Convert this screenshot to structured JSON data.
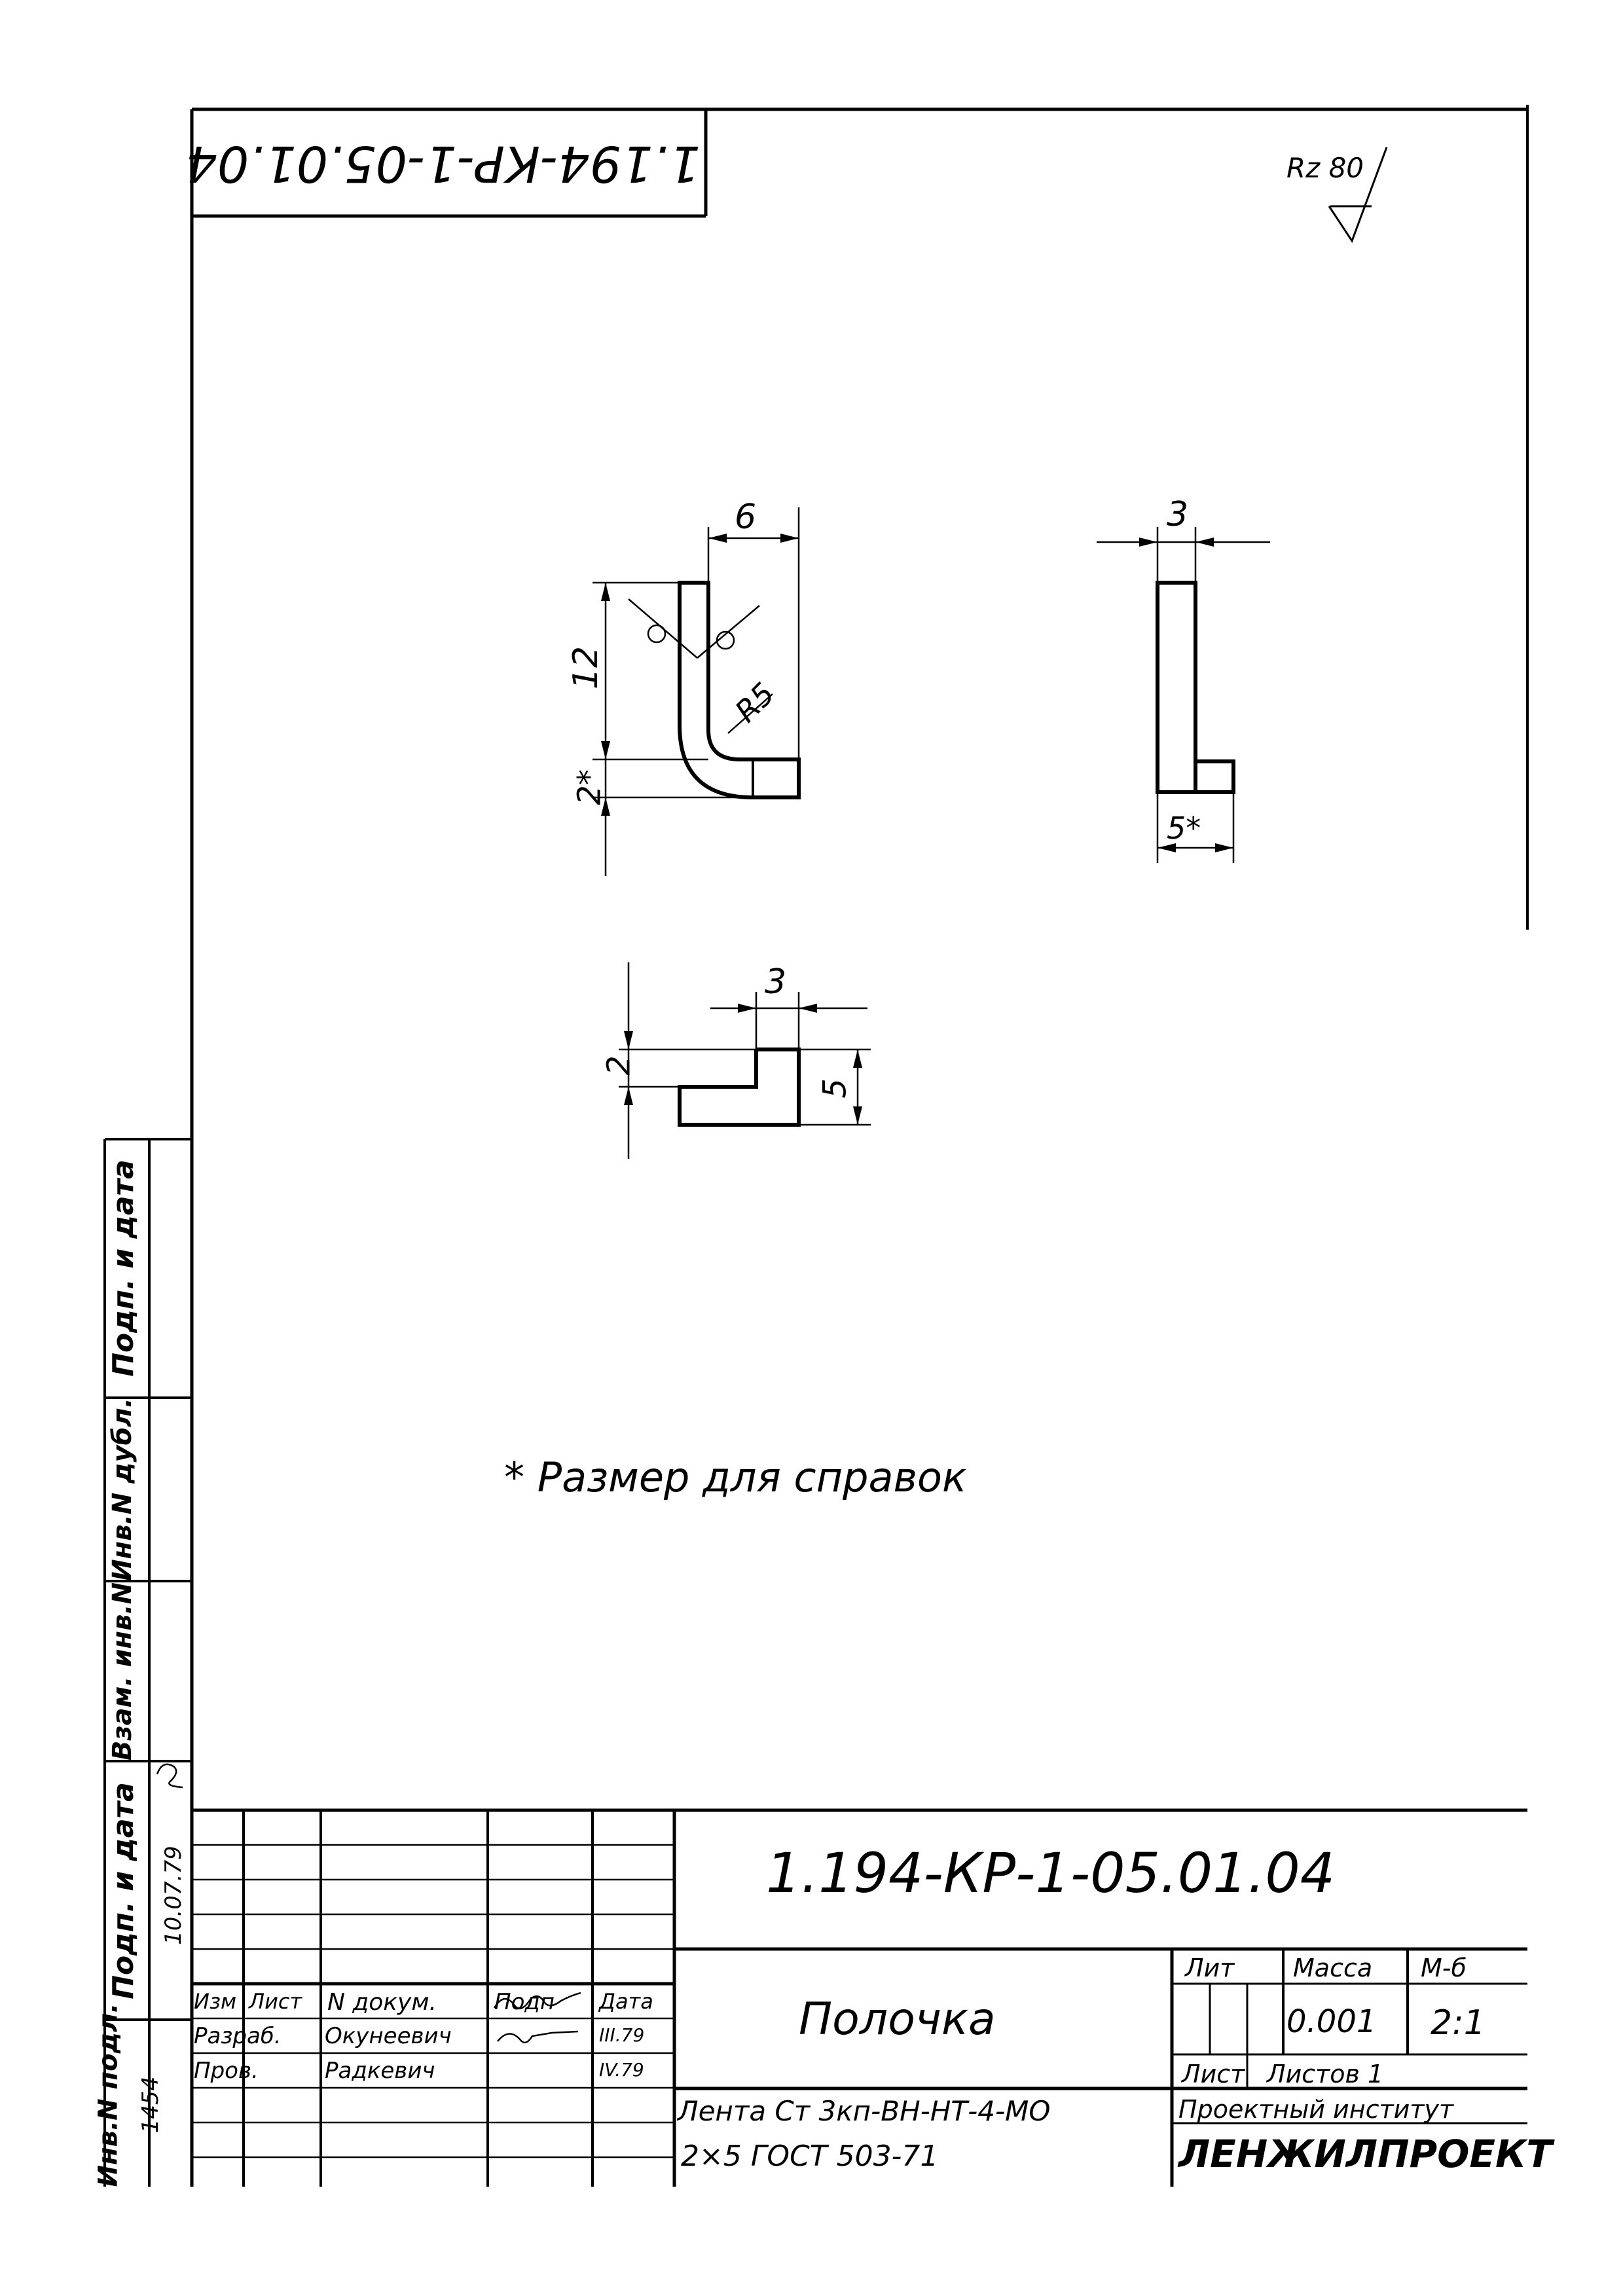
{
  "doc_code_top": "1.194-КР-1-05.01.04",
  "roughness": "Rz 80",
  "dimensions": {
    "d6": "6",
    "d12": "12",
    "r5": "R5",
    "d2star": "2*",
    "d3_side": "3",
    "d5star": "5*",
    "d3_plan": "3",
    "d2_plan": "2",
    "d5_plan": "5"
  },
  "note": "* Размер для справок",
  "left_stamp": [
    "Подп. и дата",
    "Инв.N дубл.",
    "Взам. инв.N",
    "Подп. и дата",
    "Инв.N подл."
  ],
  "left_stamp_values": {
    "sign_date": "10.07.79",
    "inv_no": "1454"
  },
  "title_block": {
    "code": "1.194-КР-1-05.01.04",
    "headers": [
      "Изм",
      "Лист",
      "N докум.",
      "Подп",
      "Дата"
    ],
    "rows": [
      {
        "role": "Разраб.",
        "name": "Окунеевич",
        "sign": "",
        "date": "III.79"
      },
      {
        "role": "Пров.",
        "name": "Радкевич",
        "sign": "",
        "date": "IV.79"
      }
    ],
    "part_name": "Полочка",
    "lit_label": "Лит",
    "mass_label": "Масса",
    "scale_label": "М-б",
    "mass_value": "0.001",
    "scale_value": "2:1",
    "sheet_label": "Лист",
    "sheets_label": "Листов 1",
    "material_line1": "Лента Ст 3кп-ВН-НТ-4-МО",
    "material_line2": "2×5 ГОСТ 503-71",
    "institute_line1": "Проектный институт",
    "institute_line2": "ЛЕНЖИЛПРОЕКТ"
  }
}
